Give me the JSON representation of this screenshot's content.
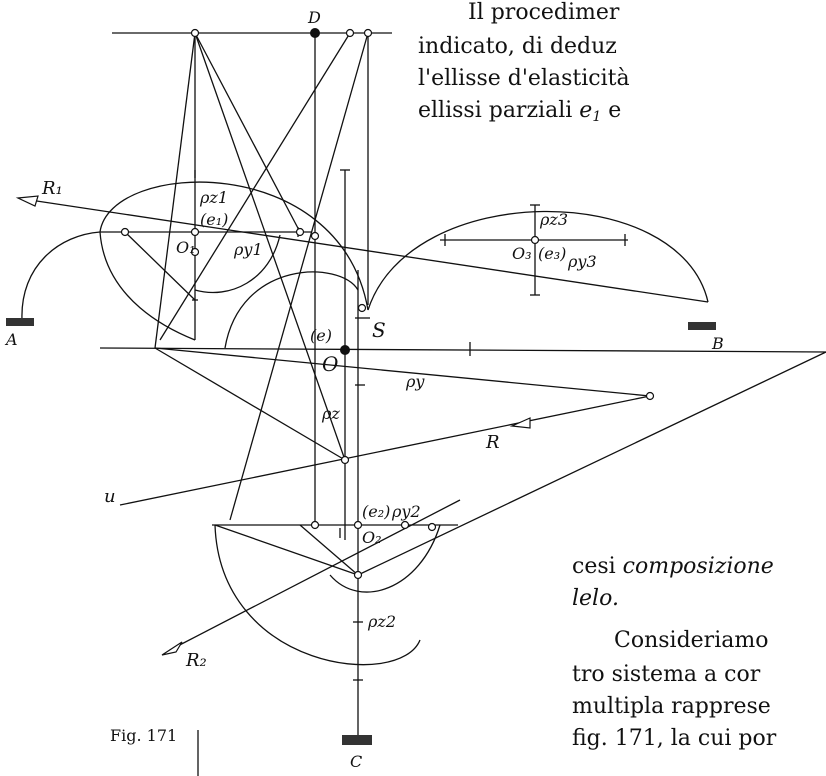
{
  "text": {
    "top_lines": [
      "Il procedimer",
      "indicato, di deduz",
      "l'ellisse d'elasticità",
      "ellissi parziali"
    ],
    "top_line4_var": "e",
    "top_line4_sub": "1",
    "top_line4_tail": "e",
    "mid_line1_plain": "cesi",
    "mid_line1_italic": "composizione",
    "mid_line2_italic": "lelo.",
    "bottom_lines": [
      "Consideriamo",
      "tro sistema a cor",
      "multipla rapprese",
      "fig. 171, la cui por"
    ],
    "bottom_line4_bold": "171"
  },
  "figure": {
    "caption": "Fig. 171",
    "labels": {
      "D": "D",
      "C": "C",
      "A": "A",
      "B": "B",
      "S": "S",
      "O": "O",
      "e": "(e)",
      "O1": "O₁",
      "e1": "(e₁)",
      "O2": "O₂",
      "e2": "(e₂)",
      "O3": "O₃",
      "e3": "(e₃)",
      "R": "R",
      "R1": "R₁",
      "R2": "R₂",
      "u": "u",
      "rho_z1": "ρz1",
      "rho_y1": "ρy1",
      "rho_z": "ρz",
      "rho_y": "ρy",
      "rho_z2": "ρz2",
      "rho_y2": "ρy2",
      "rho_z3": "ρz3",
      "rho_y3": "ρy3"
    }
  }
}
